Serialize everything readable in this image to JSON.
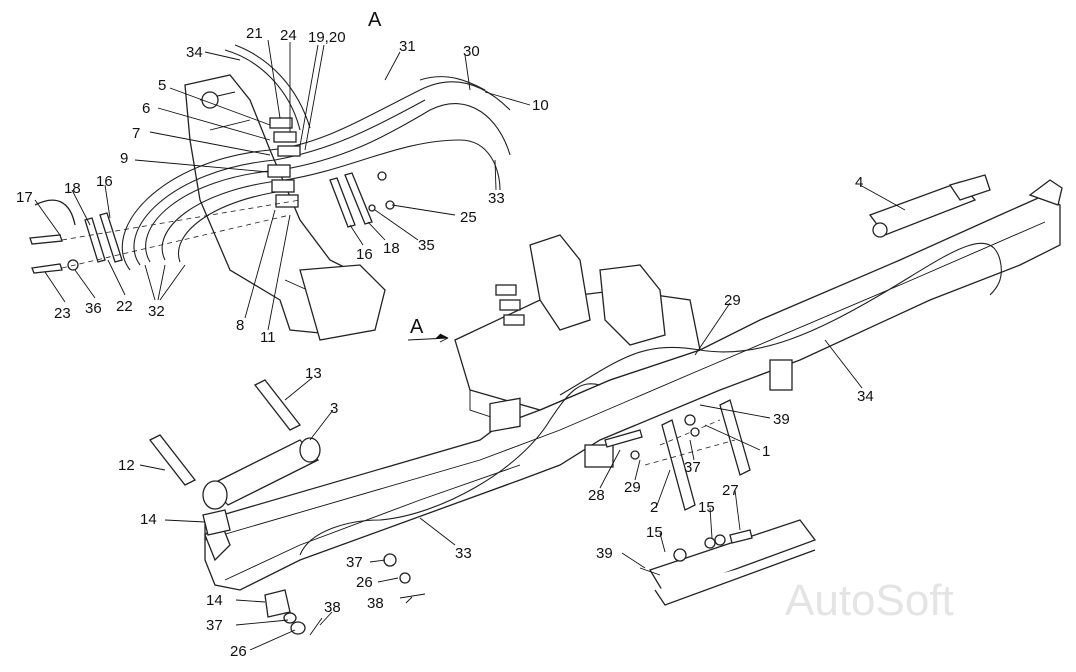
{
  "view_marker": "A",
  "watermark": "AutoSoft",
  "callouts": [
    "1",
    "2",
    "3",
    "4",
    "5",
    "6",
    "7",
    "8",
    "9",
    "10",
    "11",
    "12",
    "13",
    "14",
    "15",
    "16",
    "17",
    "18",
    "19,20",
    "21",
    "22",
    "23",
    "24",
    "25",
    "26",
    "27",
    "28",
    "29",
    "30",
    "31",
    "32",
    "33",
    "34",
    "35",
    "36",
    "37",
    "38",
    "39"
  ],
  "labels": {
    "A_top": "A",
    "A_mid": "A",
    "n21": "21",
    "n24": "24",
    "n1920": "19,20",
    "n34a": "34",
    "n31": "31",
    "n30": "30",
    "n10": "10",
    "n5": "5",
    "n6": "6",
    "n7": "7",
    "n9": "9",
    "n33a": "33",
    "n25": "25",
    "n35": "35",
    "n18a": "18",
    "n16a": "16",
    "n17": "17",
    "n18b": "18",
    "n16b": "16",
    "n23": "23",
    "n36": "36",
    "n22": "22",
    "n32": "32",
    "n8": "8",
    "n11": "11",
    "n4": "4",
    "n34b": "34",
    "n29a": "29",
    "n39a": "39",
    "n1": "1",
    "n37a": "37",
    "n13": "13",
    "n3": "3",
    "n12": "12",
    "n14a": "14",
    "n28": "28",
    "n29b": "29",
    "n2": "2",
    "n27": "27",
    "n15a": "15",
    "n15b": "15",
    "n33b": "33",
    "n37b": "37",
    "n26a": "26",
    "n38a": "38",
    "n39b": "39",
    "n14b": "14",
    "n37c": "37",
    "n38b": "38",
    "n26b": "26"
  }
}
